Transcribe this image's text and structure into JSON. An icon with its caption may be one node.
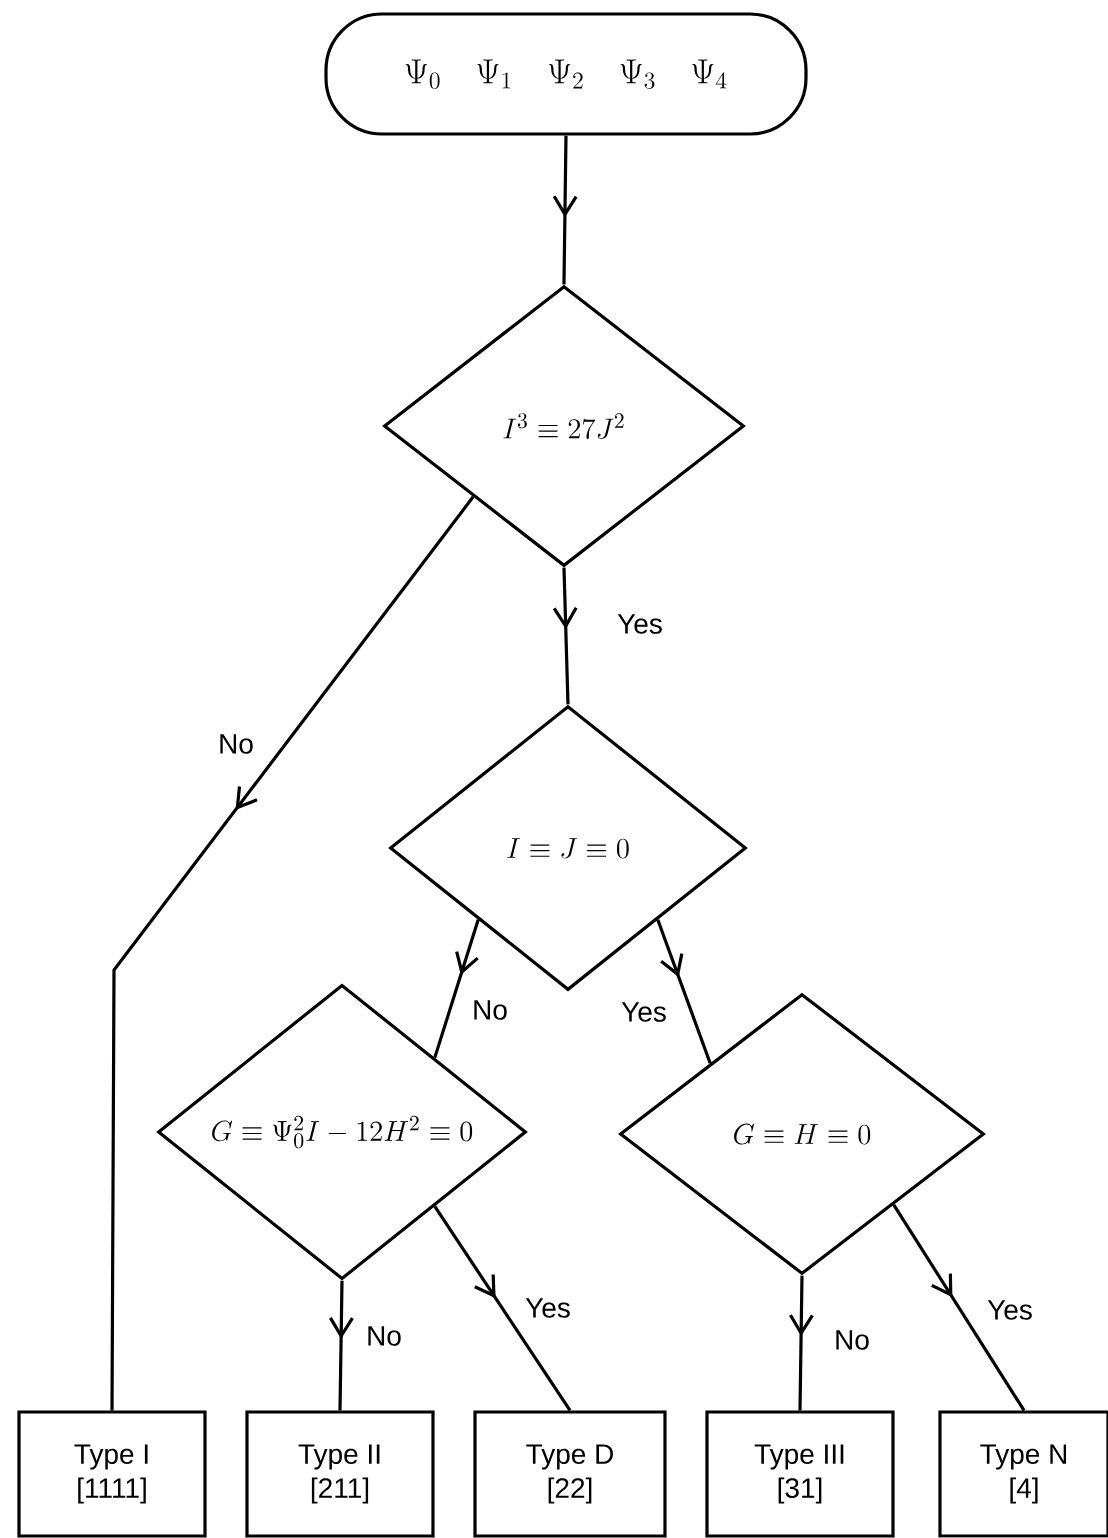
{
  "diagram": {
    "nodes": [
      {
        "text": [
          "\\Psi_0\\quad \\Psi_1\\quad \\Psi_2\\quad \\Psi_3\\quad \\Psi_4"
        ]
      },
      {
        "text": [
          "I^3 \\equiv 27J^2"
        ]
      },
      {
        "text": [
          "I \\equiv J \\equiv 0"
        ]
      },
      {
        "text": [
          "G \\equiv \\Psi_0^2 I - 12H^2 \\equiv 0"
        ]
      },
      {
        "text": [
          "G \\equiv H \\equiv 0"
        ]
      },
      {
        "text": [
          "Type I",
          "[1111]"
        ]
      },
      {
        "text": [
          "Type II",
          "[211]"
        ]
      },
      {
        "text": [
          "Type D",
          "[22]"
        ]
      },
      {
        "text": [
          "Type III",
          "[31]"
        ]
      },
      {
        "text": [
          "Type N",
          "[4]"
        ]
      }
    ],
    "edges": [
      {
        "from": 0,
        "to": 1,
        "arrow": "to"
      },
      {
        "from": 1,
        "to": 5,
        "arrow": "to",
        "label": "No"
      },
      {
        "from": 1,
        "to": 2,
        "arrow": "to",
        "label": "Yes"
      },
      {
        "from": 2,
        "to": 3,
        "arrow": "to",
        "label": "No"
      },
      {
        "from": 2,
        "to": 4,
        "arrow": "to",
        "label": "Yes"
      },
      {
        "from": 3,
        "to": 6,
        "arrow": "to",
        "label": "No"
      },
      {
        "from": 3,
        "to": 7,
        "arrow": "to",
        "label": "Yes"
      },
      {
        "from": 4,
        "to": 8,
        "arrow": "to",
        "label": "No"
      },
      {
        "from": 4,
        "to": 9,
        "arrow": "to",
        "label": "Yes"
      }
    ]
  }
}
